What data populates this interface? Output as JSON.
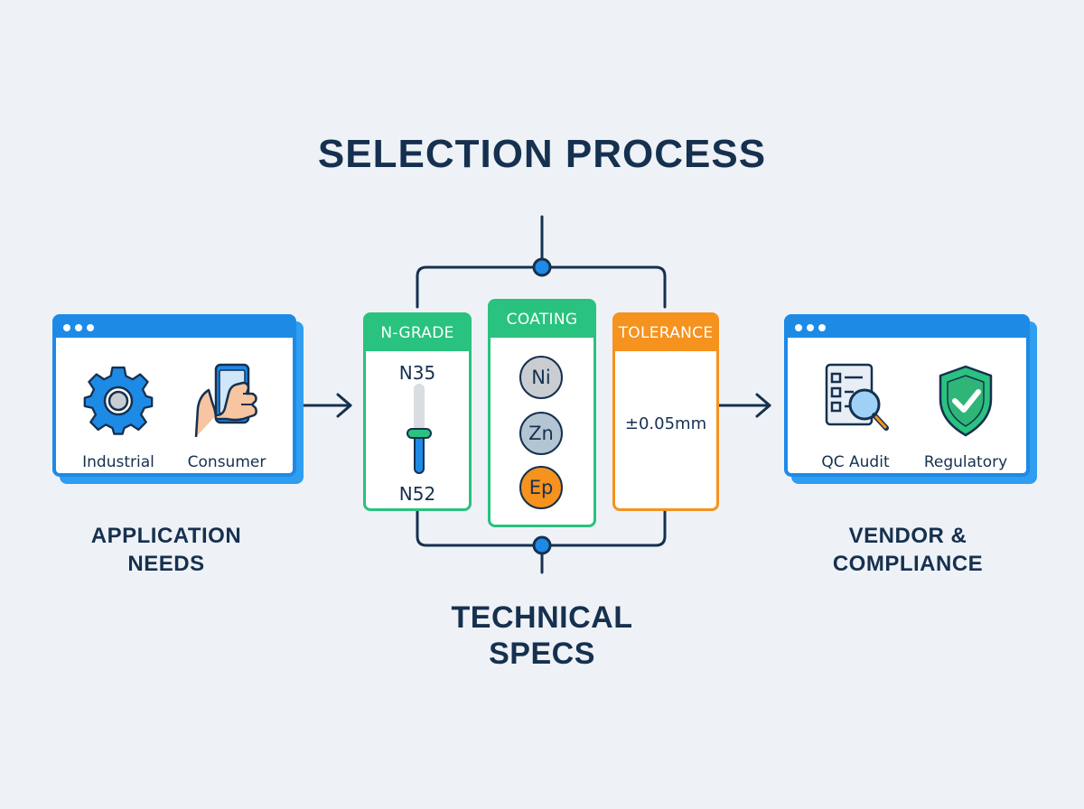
{
  "diagram": {
    "title": "SELECTION PROCESS",
    "application_needs": {
      "label_line1": "APPLICATION",
      "label_line2": "NEEDS",
      "items": [
        {
          "label": "Industrial",
          "icon": "gear-icon"
        },
        {
          "label": "Consumer",
          "icon": "smartphone-hand-icon"
        }
      ]
    },
    "technical_specs": {
      "label_line1": "TECHNICAL",
      "label_line2": "SPECS",
      "cards": {
        "n_grade": {
          "header": "N-GRADE",
          "top": "N35",
          "bottom": "N52",
          "slider_level": 0.45
        },
        "coating": {
          "header": "COATING",
          "options": [
            "Ni",
            "Zn",
            "Ep"
          ]
        },
        "tolerance": {
          "header": "TOLERANCE",
          "value": "±0.05mm"
        }
      }
    },
    "vendor_compliance": {
      "label_line1": "VENDOR &",
      "label_line2": "COMPLIANCE",
      "items": [
        {
          "label": "QC Audit",
          "icon": "checklist-magnifier-icon"
        },
        {
          "label": "Regulatory",
          "icon": "shield-check-icon"
        }
      ]
    },
    "colors": {
      "navy": "#16304f",
      "blue": "#1d8ae6",
      "green": "#29c27e",
      "orange": "#f6921e",
      "background": "#eef2f6"
    }
  }
}
